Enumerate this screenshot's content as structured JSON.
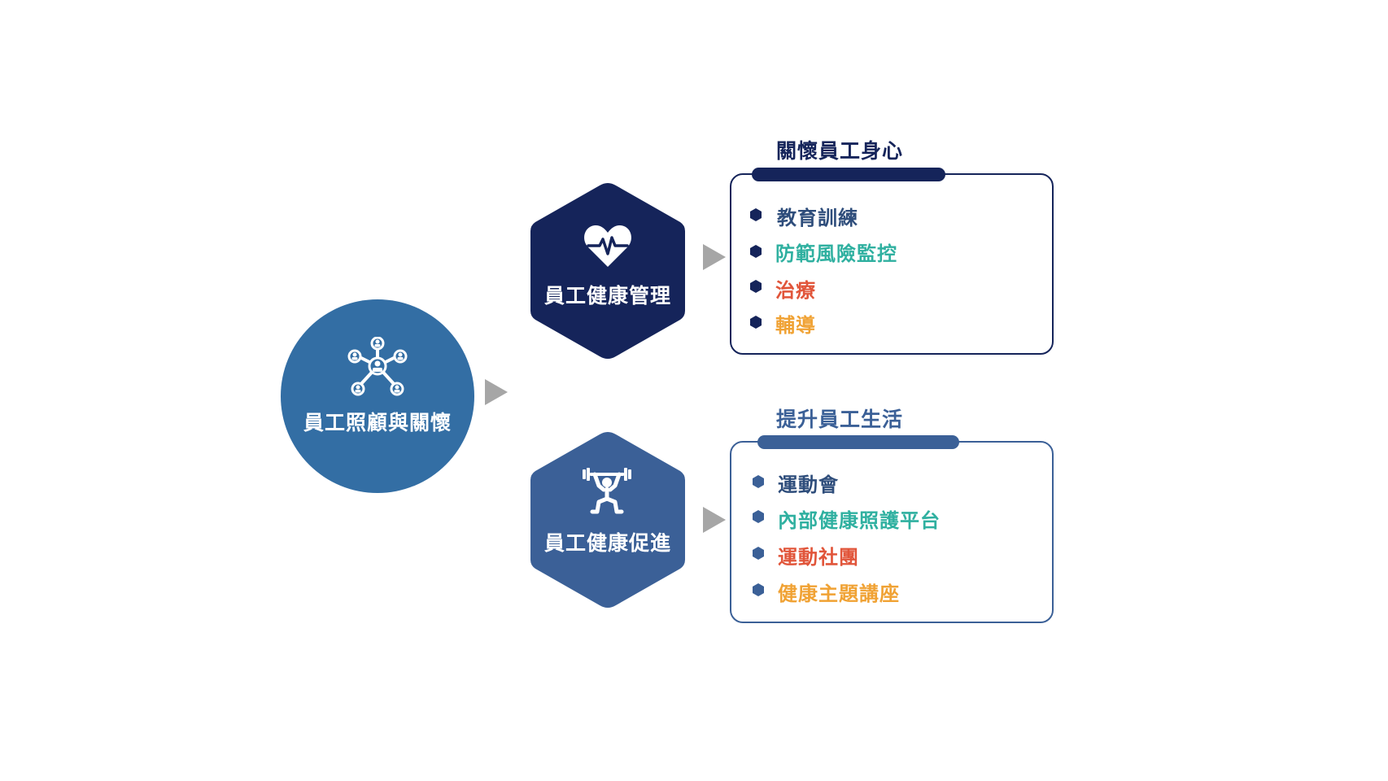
{
  "center": {
    "label": "員工照顧與關懷",
    "icon": "network-people-icon",
    "color": "#336ea4"
  },
  "arrow_color": "#a6a6a6",
  "branches": [
    {
      "label": "員工健康管理",
      "icon": "heart-pulse-icon",
      "hex_color": "#15245a",
      "panel": {
        "title": "關懷員工身心",
        "accent": "#15245a",
        "items": [
          {
            "text": "教育訓練",
            "color": "#2e4d7b"
          },
          {
            "text": "防範風險監控",
            "color": "#2fb0a0"
          },
          {
            "text": "治療",
            "color": "#e1553a"
          },
          {
            "text": "輔導",
            "color": "#f0a234"
          }
        ]
      }
    },
    {
      "label": "員工健康促進",
      "icon": "weightlifter-icon",
      "hex_color": "#3b6097",
      "panel": {
        "title": "提升員工生活",
        "accent": "#3b6097",
        "items": [
          {
            "text": "運動會",
            "color": "#2e4d7b"
          },
          {
            "text": "內部健康照護平台",
            "color": "#2fb0a0"
          },
          {
            "text": "運動社團",
            "color": "#e1553a"
          },
          {
            "text": "健康主題講座",
            "color": "#f0a234"
          }
        ]
      }
    }
  ]
}
